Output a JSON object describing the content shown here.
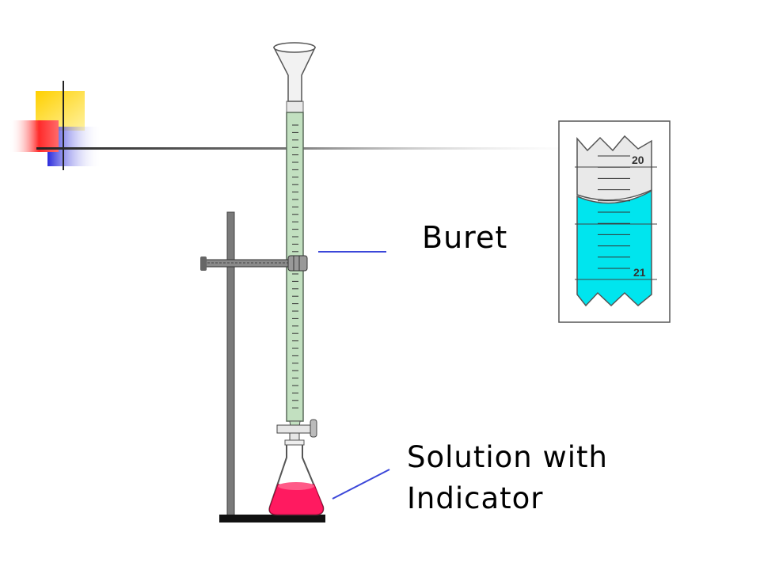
{
  "labels": {
    "buret": "Buret",
    "solution_line1": "Solution with",
    "solution_line2": "Indicator"
  },
  "inset": {
    "mark_upper": "20",
    "mark_lower": "21"
  },
  "colors": {
    "liquid_buret": "#c2e0c0",
    "liquid_inset": "#00e5ee",
    "solution": "#ff1a60",
    "pointer": "#3b47d9",
    "deco_yellow": "#ffd000",
    "deco_red": "#ff2a2a",
    "deco_blue": "#2a2adb"
  },
  "icons": [
    "buret-funnel-icon",
    "stopcock-icon",
    "clamp-icon",
    "erlenmeyer-flask-icon",
    "ring-stand-icon"
  ]
}
